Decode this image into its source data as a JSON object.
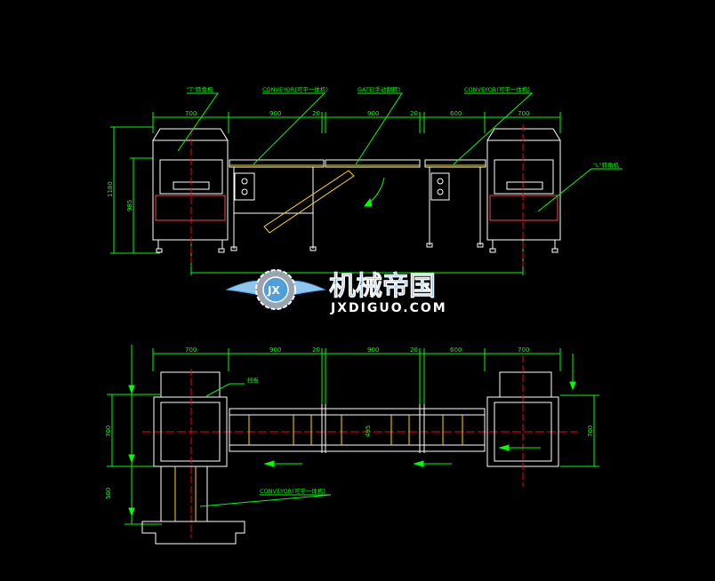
{
  "colors": {
    "background": "#000000",
    "outline": "#ffffff",
    "dimension": "#00ff00",
    "label": "#00ff00",
    "centerline": "#ff0000",
    "hidden": "#ff4040",
    "accent": "#ffd700",
    "logo_blue": "#4f9fdc",
    "logo_gray": "#9aa4ae"
  },
  "labels": {
    "t_unit": "\"T\"转角机",
    "conveyor_top_1": "CONVEYOR(可平一体机)",
    "gate": "GATE(手动翻转)",
    "conveyor_top_2": "CONVEYOR(可平一体机)",
    "l_unit": "\"L\"转角机",
    "plan_note": "挡板",
    "conveyor_bottom": "CONVEYOR(可平一体机)"
  },
  "dims_top": [
    "700",
    "900",
    "20",
    "900",
    "20",
    "600",
    "700"
  ],
  "dims_left_elev": [
    "1180",
    "985"
  ],
  "dims_plan_top": [
    "700",
    "900",
    "20",
    "900",
    "20",
    "600",
    "700"
  ],
  "dims_plan_left": [
    "700",
    "500"
  ],
  "dims_plan_right": "700",
  "dim_plan_mid": "495",
  "logo": {
    "cn": "机械帝国",
    "en": "JXDIGUO.COM",
    "badge": "JX",
    "icon": "gear-wings-icon"
  }
}
